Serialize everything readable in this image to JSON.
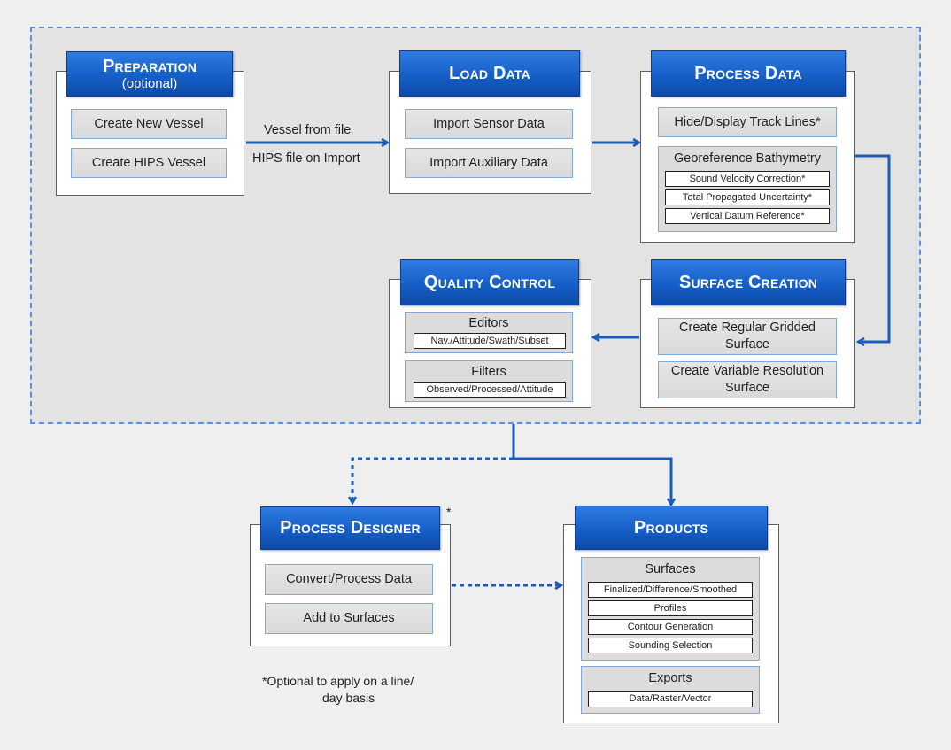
{
  "preparation": {
    "title": "Preparation",
    "subtitle": "(optional)",
    "items": [
      "Create New Vessel",
      "Create HIPS Vessel"
    ]
  },
  "load_data": {
    "title": "Load Data",
    "items": [
      "Import Sensor Data",
      "Import Auxiliary Data"
    ]
  },
  "process_data": {
    "title": "Process Data",
    "item": "Hide/Display Track Lines*",
    "group_title": "Georeference Bathymetry",
    "group_items": [
      "Sound Velocity Correction*",
      "Total Propagated Uncertainty*",
      "Vertical Datum Reference*"
    ]
  },
  "quality_control": {
    "title": "Quality Control",
    "editors": {
      "title": "Editors",
      "item": "Nav./Attitude/Swath/Subset"
    },
    "filters": {
      "title": "Filters",
      "item": "Observed/Processed/Attitude"
    }
  },
  "surface_creation": {
    "title": "Surface Creation",
    "items": [
      {
        "line1": "Create Regular Gridded",
        "line2": "Surface"
      },
      {
        "line1": "Create Variable Resolution",
        "line2": "Surface"
      }
    ]
  },
  "process_designer": {
    "title": "Process Designer",
    "asterisk": "*",
    "items": [
      "Convert/Process Data",
      "Add to Surfaces"
    ]
  },
  "products": {
    "title": "Products",
    "surfaces": {
      "title": "Surfaces",
      "items": [
        "Finalized/Difference/Smoothed",
        "Profiles",
        "Contour Generation",
        "Sounding Selection"
      ]
    },
    "exports": {
      "title": "Exports",
      "items": [
        "Data/Raster/Vector"
      ]
    }
  },
  "connector_labels": {
    "vessel_from_file": "Vessel from file",
    "hips_on_import": "HIPS file on Import"
  },
  "footnote": {
    "line1": "*Optional to apply on a line/",
    "line2": "day basis"
  },
  "colors": {
    "accent_blue": "#165fc8",
    "dashed_border": "#5a93db",
    "arrow": "#1a5cb8"
  }
}
